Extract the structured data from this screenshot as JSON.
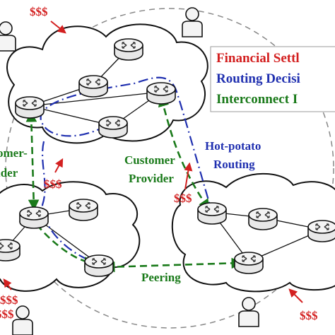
{
  "money_labels": [
    "$$$",
    "$$$",
    "$$$",
    "$$$",
    "$$$",
    "$$$"
  ],
  "legend": {
    "financial": "Financial Settl",
    "routing": "Routing Decisi",
    "interconnect": "Interconnect I"
  },
  "labels": {
    "left_top": "omer-",
    "left_bottom": "ider",
    "customer": "Customer",
    "provider": "Provider",
    "hot_potato": "Hot-potato",
    "routing": "Routing",
    "peering": "Peering"
  },
  "icons": [
    "router-icon",
    "user-icon",
    "cloud-icon",
    "arrow-icon"
  ],
  "colors": {
    "money": "#d32020",
    "routing": "#2030b0",
    "interconnect": "#1a7a1a",
    "outline": "#111111"
  }
}
